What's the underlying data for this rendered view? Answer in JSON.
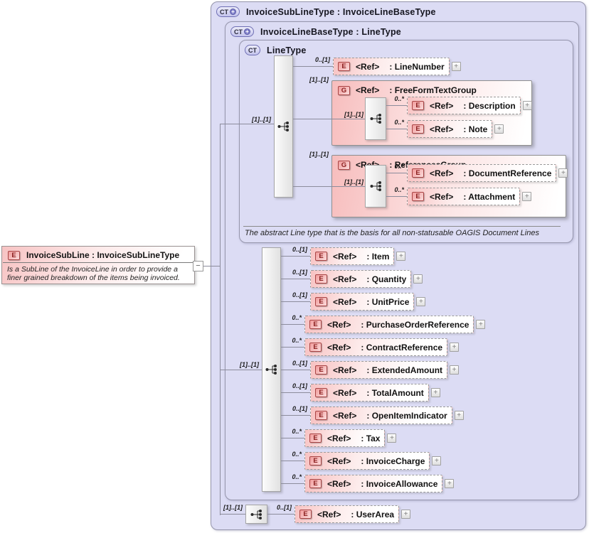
{
  "icons": {
    "expand": "+",
    "collapse": "−",
    "sequence": "sequence-compositor"
  },
  "left_panel": {
    "badge": "E",
    "title": "InvoiceSubLine : InvoiceSubLineType",
    "description": "Is a SubLine of the InvoiceLine in order to provide a finer grained breakdown of the items being invoiced."
  },
  "containers": {
    "outer": {
      "badge": "CT",
      "badge_plus": "+",
      "title": "InvoiceSubLineType : InvoiceLineBaseType"
    },
    "middle": {
      "badge": "CT",
      "badge_plus": "+",
      "title": "InvoiceLineBaseType : LineType"
    },
    "linetype": {
      "badge": "CT",
      "title": "LineType",
      "annotation": "The abstract Line type that is the basis for all non-statusable OAGIS Document Lines"
    }
  },
  "linetype_content": {
    "sequence_cardinality": "[1]..[1]",
    "line_number": {
      "cardinality": "0..[1]",
      "badge": "E",
      "ref": "<Ref>",
      "name": ": LineNumber"
    },
    "free_form_text_group": {
      "cardinality": "[1]..[1]",
      "badge": "G",
      "ref": "<Ref>",
      "name": ": FreeFormTextGroup",
      "inner_cardinality": "[1]..[1]",
      "children": [
        {
          "cardinality": "0..*",
          "badge": "E",
          "ref": "<Ref>",
          "name": ": Description"
        },
        {
          "cardinality": "0..*",
          "badge": "E",
          "ref": "<Ref>",
          "name": ": Note"
        }
      ]
    },
    "references_group": {
      "cardinality": "[1]..[1]",
      "badge": "G",
      "ref": "<Ref>",
      "name": ": ReferencesGroup",
      "inner_cardinality": "[1]..[1]",
      "children": [
        {
          "cardinality": "0..*",
          "badge": "E",
          "ref": "<Ref>",
          "name": ": DocumentReference"
        },
        {
          "cardinality": "0..*",
          "badge": "E",
          "ref": "<Ref>",
          "name": ": Attachment"
        }
      ]
    }
  },
  "invoice_line_base_content": {
    "sequence_cardinality": "[1]..[1]",
    "elements": [
      {
        "cardinality": "0..[1]",
        "badge": "E",
        "ref": "<Ref>",
        "name": ": Item"
      },
      {
        "cardinality": "0..[1]",
        "badge": "E",
        "ref": "<Ref>",
        "name": ": Quantity"
      },
      {
        "cardinality": "0..[1]",
        "badge": "E",
        "ref": "<Ref>",
        "name": ": UnitPrice"
      },
      {
        "cardinality": "0..*",
        "badge": "E",
        "ref": "<Ref>",
        "name": ": PurchaseOrderReference"
      },
      {
        "cardinality": "0..*",
        "badge": "E",
        "ref": "<Ref>",
        "name": ": ContractReference"
      },
      {
        "cardinality": "0..[1]",
        "badge": "E",
        "ref": "<Ref>",
        "name": ": ExtendedAmount"
      },
      {
        "cardinality": "0..[1]",
        "badge": "E",
        "ref": "<Ref>",
        "name": ": TotalAmount"
      },
      {
        "cardinality": "0..[1]",
        "badge": "E",
        "ref": "<Ref>",
        "name": ": OpenItemIndicator"
      },
      {
        "cardinality": "0..*",
        "badge": "E",
        "ref": "<Ref>",
        "name": ": Tax"
      },
      {
        "cardinality": "0..*",
        "badge": "E",
        "ref": "<Ref>",
        "name": ": InvoiceCharge"
      },
      {
        "cardinality": "0..*",
        "badge": "E",
        "ref": "<Ref>",
        "name": ": InvoiceAllowance"
      }
    ]
  },
  "invoice_subline_content": {
    "sequence_cardinality": "[1]..[1]",
    "elements": [
      {
        "cardinality": "0..[1]",
        "badge": "E",
        "ref": "<Ref>",
        "name": ": UserArea"
      }
    ]
  },
  "colors": {
    "container_bg": "#dcdcf4",
    "pink": "#f7bdbd",
    "border_gray": "#999999",
    "badge_red": "#8b1f1f",
    "ct_fill": "#c3c3ec",
    "ct_border": "#6f6fb4",
    "line": "#8c8c9c"
  }
}
